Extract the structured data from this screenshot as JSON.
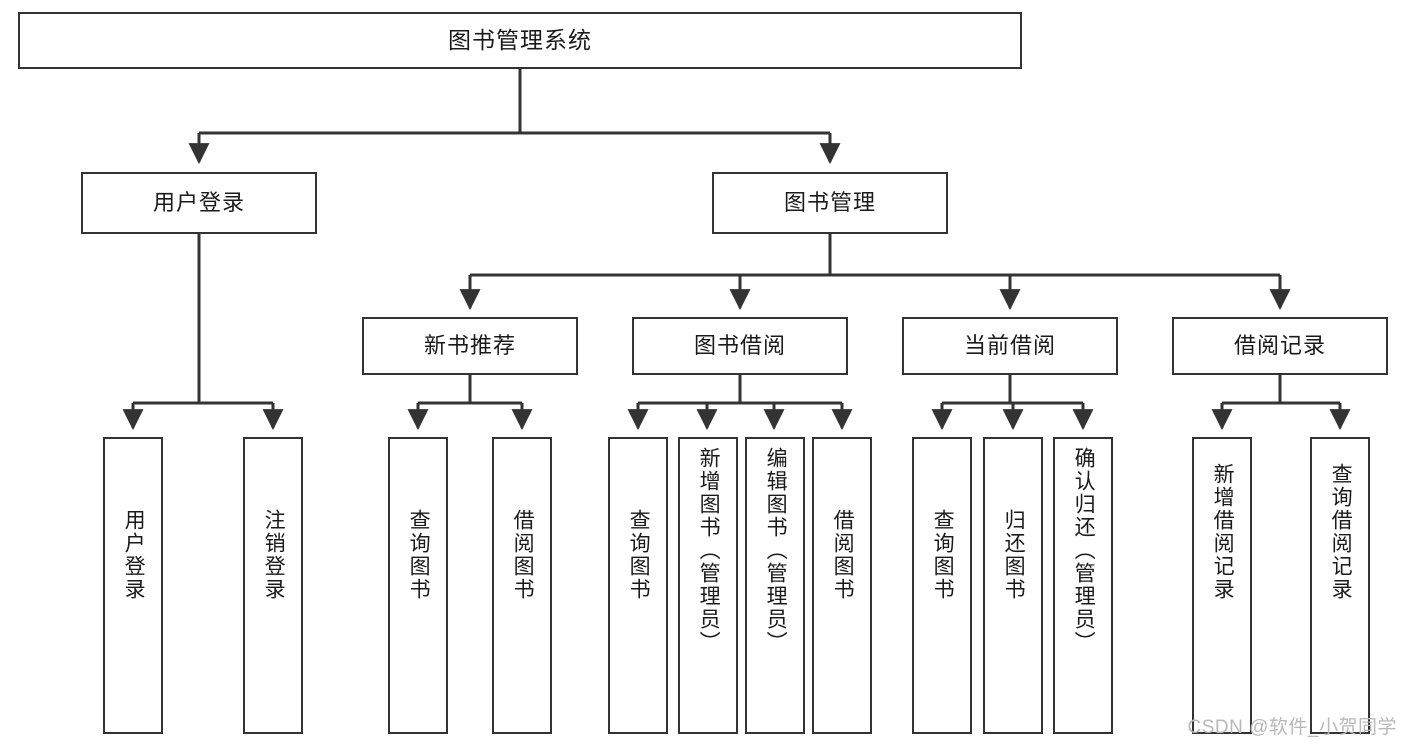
{
  "diagram": {
    "title": "图书管理系统",
    "watermark": "CSDN @软件_小贺同学",
    "line_color": "#333333",
    "box_fill": "#ffffff",
    "text_color": "#1a1a1a",
    "root": {
      "label": "图书管理系统"
    },
    "level2": [
      {
        "id": "user-login",
        "label": "用户登录"
      },
      {
        "id": "book-manage",
        "label": "图书管理"
      }
    ],
    "level3": [
      {
        "id": "new-book-recommend",
        "label": "新书推荐"
      },
      {
        "id": "book-borrow",
        "label": "图书借阅"
      },
      {
        "id": "current-borrow",
        "label": "当前借阅"
      },
      {
        "id": "borrow-record",
        "label": "借阅记录"
      }
    ],
    "leaves": {
      "user_login": [
        {
          "id": "leaf-user-login",
          "label": "用户登录"
        },
        {
          "id": "leaf-logout-login",
          "label": "注销登录"
        }
      ],
      "new_book_recommend": [
        {
          "id": "leaf-query-book-1",
          "label": "查询图书"
        },
        {
          "id": "leaf-borrow-book-1",
          "label": "借阅图书"
        }
      ],
      "book_borrow": [
        {
          "id": "leaf-query-book-2",
          "label": "查询图书"
        },
        {
          "id": "leaf-add-book",
          "label": "新增图书（管理员）"
        },
        {
          "id": "leaf-edit-book",
          "label": "编辑图书（管理员）"
        },
        {
          "id": "leaf-borrow-book-2",
          "label": "借阅图书"
        }
      ],
      "current_borrow": [
        {
          "id": "leaf-query-book-3",
          "label": "查询图书"
        },
        {
          "id": "leaf-return-book",
          "label": "归还图书"
        },
        {
          "id": "leaf-confirm-return",
          "label": "确认归还（管理员）"
        }
      ],
      "borrow_record": [
        {
          "id": "leaf-add-record",
          "label": "新增借阅记录"
        },
        {
          "id": "leaf-query-record",
          "label": "查询借阅记录"
        }
      ]
    }
  }
}
